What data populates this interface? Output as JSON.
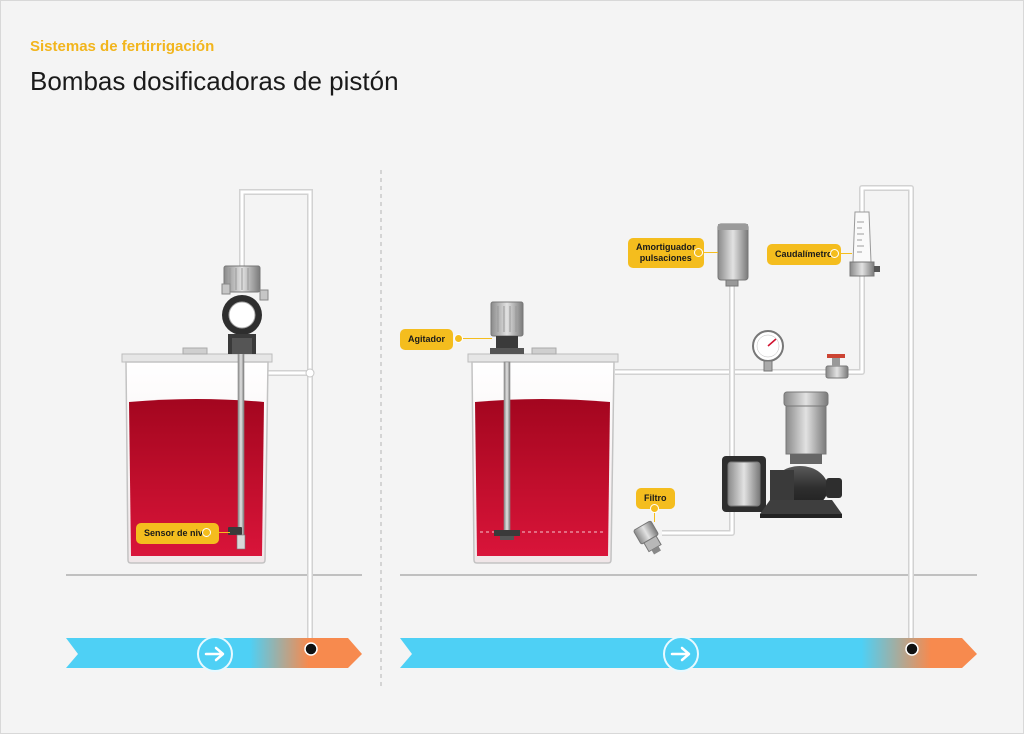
{
  "header": {
    "subtitle": "Sistemas de fertirrigación",
    "title": "Bombas dosificadoras de pistón"
  },
  "labels": {
    "sensor_nivel": "Sensor de nivel",
    "agitador": "Agitador",
    "amortiguador_line1": "Amortiguador",
    "amortiguador_line2": "pulsaciones",
    "caudalimetro": "Caudalímetro",
    "filtro": "Filtro"
  },
  "colors": {
    "accent": "#f4bd1e",
    "liquid": "#b80a28",
    "water_flow": "#4ed0f5",
    "mixed_flow": "#f78a4e"
  },
  "icons": {
    "flow_arrow": "arrow-right-icon"
  }
}
